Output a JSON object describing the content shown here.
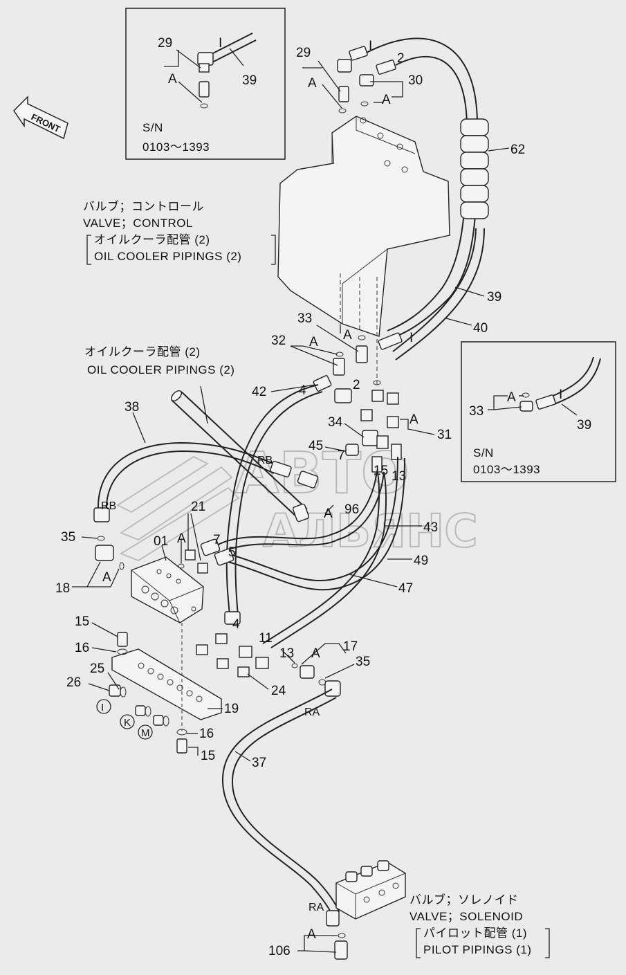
{
  "front_label": "FRONT",
  "watermark": {
    "line1": "АВТО",
    "line2": "АЛЬЯНС"
  },
  "inset_top": {
    "sn_label": "S/N",
    "sn_range": "0103～1393",
    "callouts": [
      "29",
      "A",
      "I",
      "39"
    ]
  },
  "inset_right": {
    "sn_label": "S/N",
    "sn_range": "0103～1393",
    "callouts": [
      "33",
      "A",
      "I",
      "39"
    ]
  },
  "control_valve_caption": {
    "jp_title": "バルブ；コントロール",
    "en_title": "VALVE；CONTROL",
    "jp_sub": "オイルクーラ配管 (2)",
    "en_sub": "OIL COOLER PIPINGS (2)"
  },
  "oil_cooler_caption": {
    "jp": "オイルクーラ配管 (2)",
    "en": "OIL COOLER PIPINGS (2)"
  },
  "solenoid_valve_caption": {
    "jp_title": "バルブ；ソレノイド",
    "en_title": "VALVE；SOLENOID",
    "jp_sub": "パイロット配管 (1)",
    "en_sub": "PILOT PIPINGS (1)"
  },
  "callouts": {
    "c29": "29",
    "c30": "30",
    "c62": "62",
    "c39a": "39",
    "c40": "40",
    "c33": "33",
    "c32": "32",
    "c42": "42",
    "c34": "34",
    "c45": "45",
    "c31": "31",
    "c96": "96",
    "c43": "43",
    "c38": "38",
    "c35a": "35",
    "c18": "18",
    "c21": "21",
    "c01": "01",
    "c49": "49",
    "c47": "47",
    "c15a": "15",
    "c16a": "16",
    "c25": "25",
    "c26": "26",
    "c17": "17",
    "c35b": "35",
    "c24": "24",
    "c19": "19",
    "c16b": "16",
    "c15b": "15",
    "c37": "37",
    "c106": "106",
    "pI": "I",
    "p2": "2",
    "p4": "4",
    "p5": "5",
    "p7": "7",
    "p11": "11",
    "p13": "13",
    "p15": "15",
    "pRB": "RB",
    "pRA": "RA",
    "pA": "A"
  },
  "circled_codes": [
    "I",
    "K",
    "M"
  ]
}
